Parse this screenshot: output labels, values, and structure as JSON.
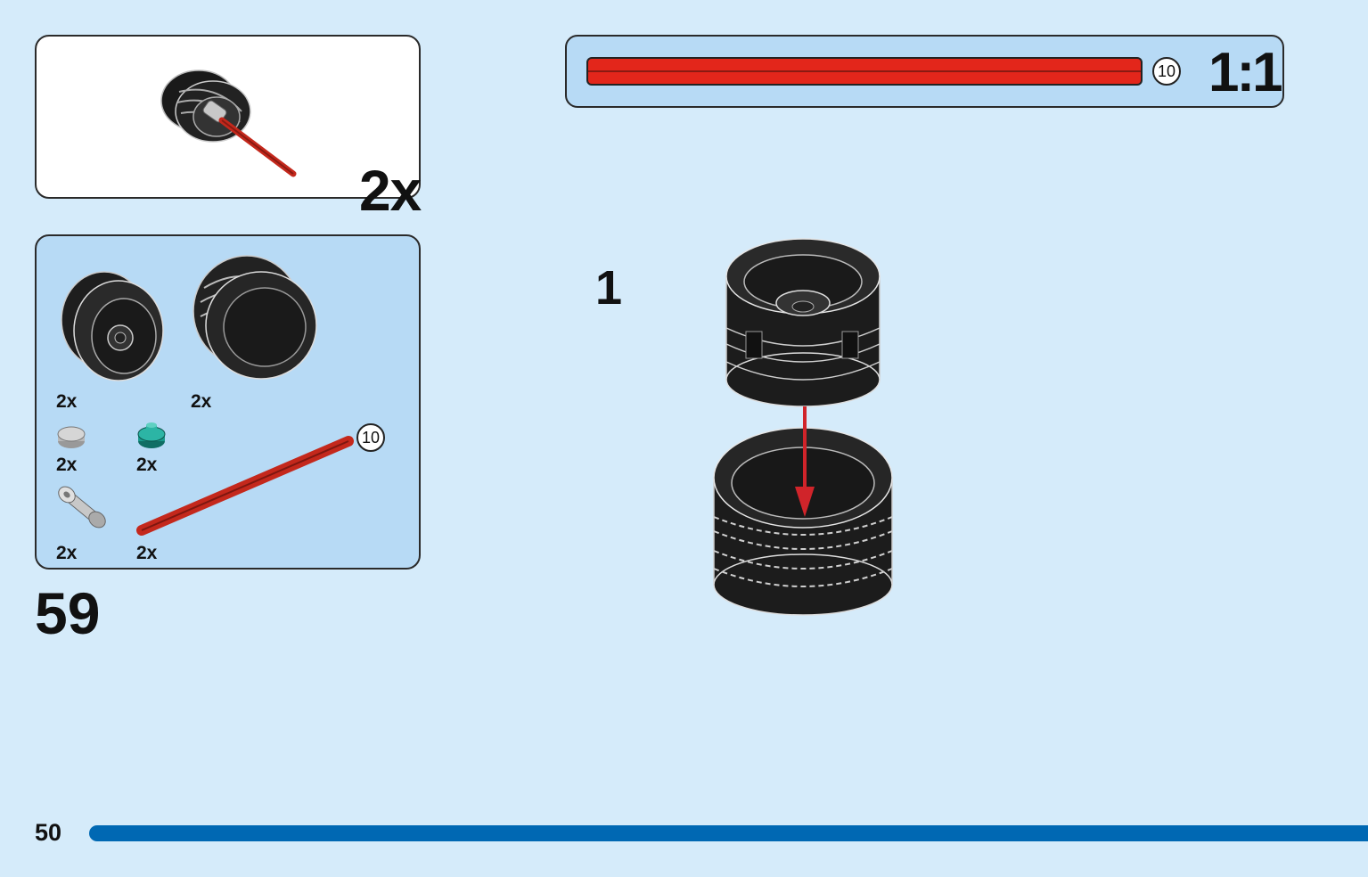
{
  "sub_assembly": {
    "quantity": "2x",
    "icon": "wheel-with-axle-icon"
  },
  "parts": [
    {
      "name": "wheel-rim",
      "qty": "2x",
      "icon": "rim-icon"
    },
    {
      "name": "tire",
      "qty": "2x",
      "icon": "tire-icon"
    },
    {
      "name": "round-plate-gray",
      "qty": "2x",
      "icon": "round-plate-icon",
      "color": "#b9b9b9"
    },
    {
      "name": "round-plate-teal",
      "qty": "2x",
      "icon": "round-plate-icon",
      "color": "#1a9a8c"
    },
    {
      "name": "axle-connector",
      "qty": "2x",
      "icon": "connector-icon",
      "color": "#c8c8c8"
    },
    {
      "name": "axle-10",
      "qty": "2x",
      "icon": "axle-icon",
      "length": "10",
      "color": "#c4281c"
    }
  ],
  "step": {
    "number": "59",
    "sub_step": "1"
  },
  "scale_ruler": {
    "length": "10",
    "scale": "1:1",
    "color": "#e3261b"
  },
  "page": {
    "number": "50"
  },
  "colors": {
    "background": "#d5ebfa",
    "panel": "#b7daf5",
    "page_bar": "#0068b3",
    "arrow": "#d0242a"
  }
}
